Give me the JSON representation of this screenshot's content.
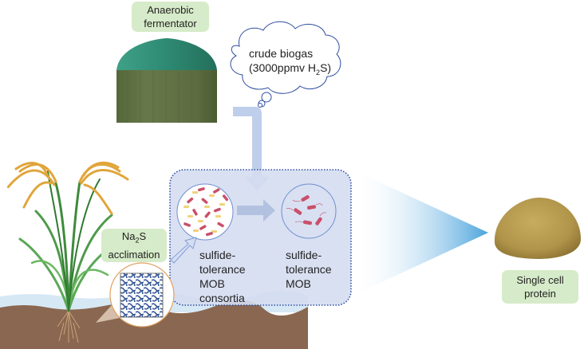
{
  "labels": {
    "fermentator_line1": "Anaerobic",
    "fermentator_line2": "fermentator",
    "biogas_line1": "crude biogas",
    "biogas_line2_prefix": "(3000ppmv H",
    "biogas_line2_sub": "2",
    "biogas_line2_suffix": "S)",
    "acclimation_prefix": "Na",
    "acclimation_sub": "2",
    "acclimation_suffix": "S",
    "acclimation_line2": "acclimation",
    "consortia_line1": "sulfide-",
    "consortia_line2": "tolerance",
    "consortia_line3": "MOB",
    "consortia_line4": "consortia",
    "mob_line1": "sulfide-",
    "mob_line2": "tolerance",
    "mob_line3": "MOB",
    "scp_line1": "Single cell",
    "scp_line2": "protein"
  },
  "colors": {
    "label_bg": "#d6ebc9",
    "process_box": "#d5ddf1",
    "process_border": "#2f4fa0",
    "arrow_fill": "#b4c5e8",
    "soil": "#8a6750",
    "water": "#d7e8f5",
    "dome": "#2f8a72",
    "tank": "#5f7040",
    "bacteria_red": "#c9506a",
    "bacteria_yellow": "#f0d27a",
    "beam_blue": "#4aa3dc",
    "powder": "#b79b4e",
    "grain": "#e0a53a",
    "leaf": "#4f9a4a"
  }
}
